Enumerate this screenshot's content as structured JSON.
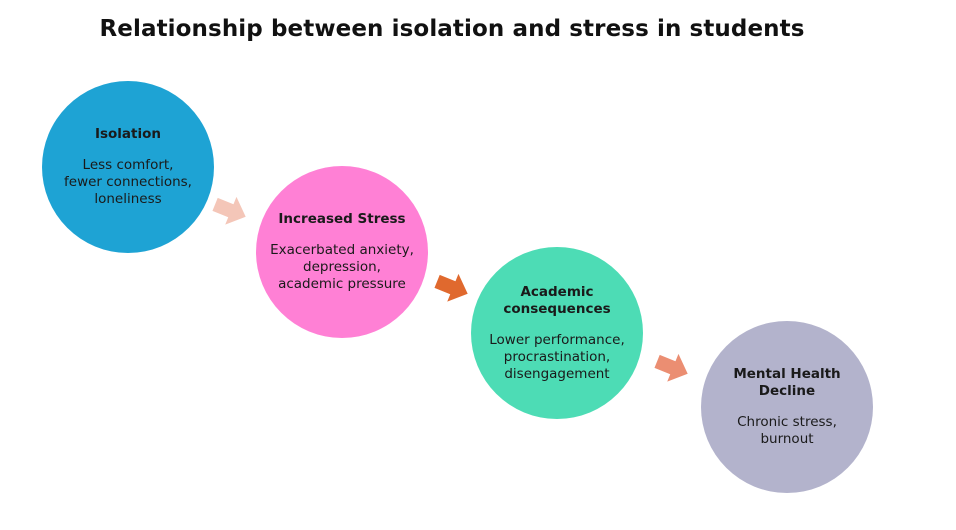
{
  "title": "Relationship between isolation and stress in students",
  "nodes": [
    {
      "heading": "Isolation",
      "body": "Less comfort,\nfewer connections,\nloneliness",
      "color": "#1ea3d4"
    },
    {
      "heading": "Increased Stress",
      "body": "Exacerbated anxiety,\ndepression,\nacademic pressure",
      "color": "#ff80d5"
    },
    {
      "heading": "Academic\nconsequences",
      "body": "Lower performance,\nprocrastination,\ndisengagement",
      "color": "#4ddcb5"
    },
    {
      "heading": "Mental Health\nDecline",
      "body": "Chronic stress,\nburnout",
      "color": "#b3b3cc"
    }
  ],
  "arrows": [
    {
      "color": "#f4c6b8"
    },
    {
      "color": "#e0692e"
    },
    {
      "color": "#eb8e72"
    }
  ]
}
